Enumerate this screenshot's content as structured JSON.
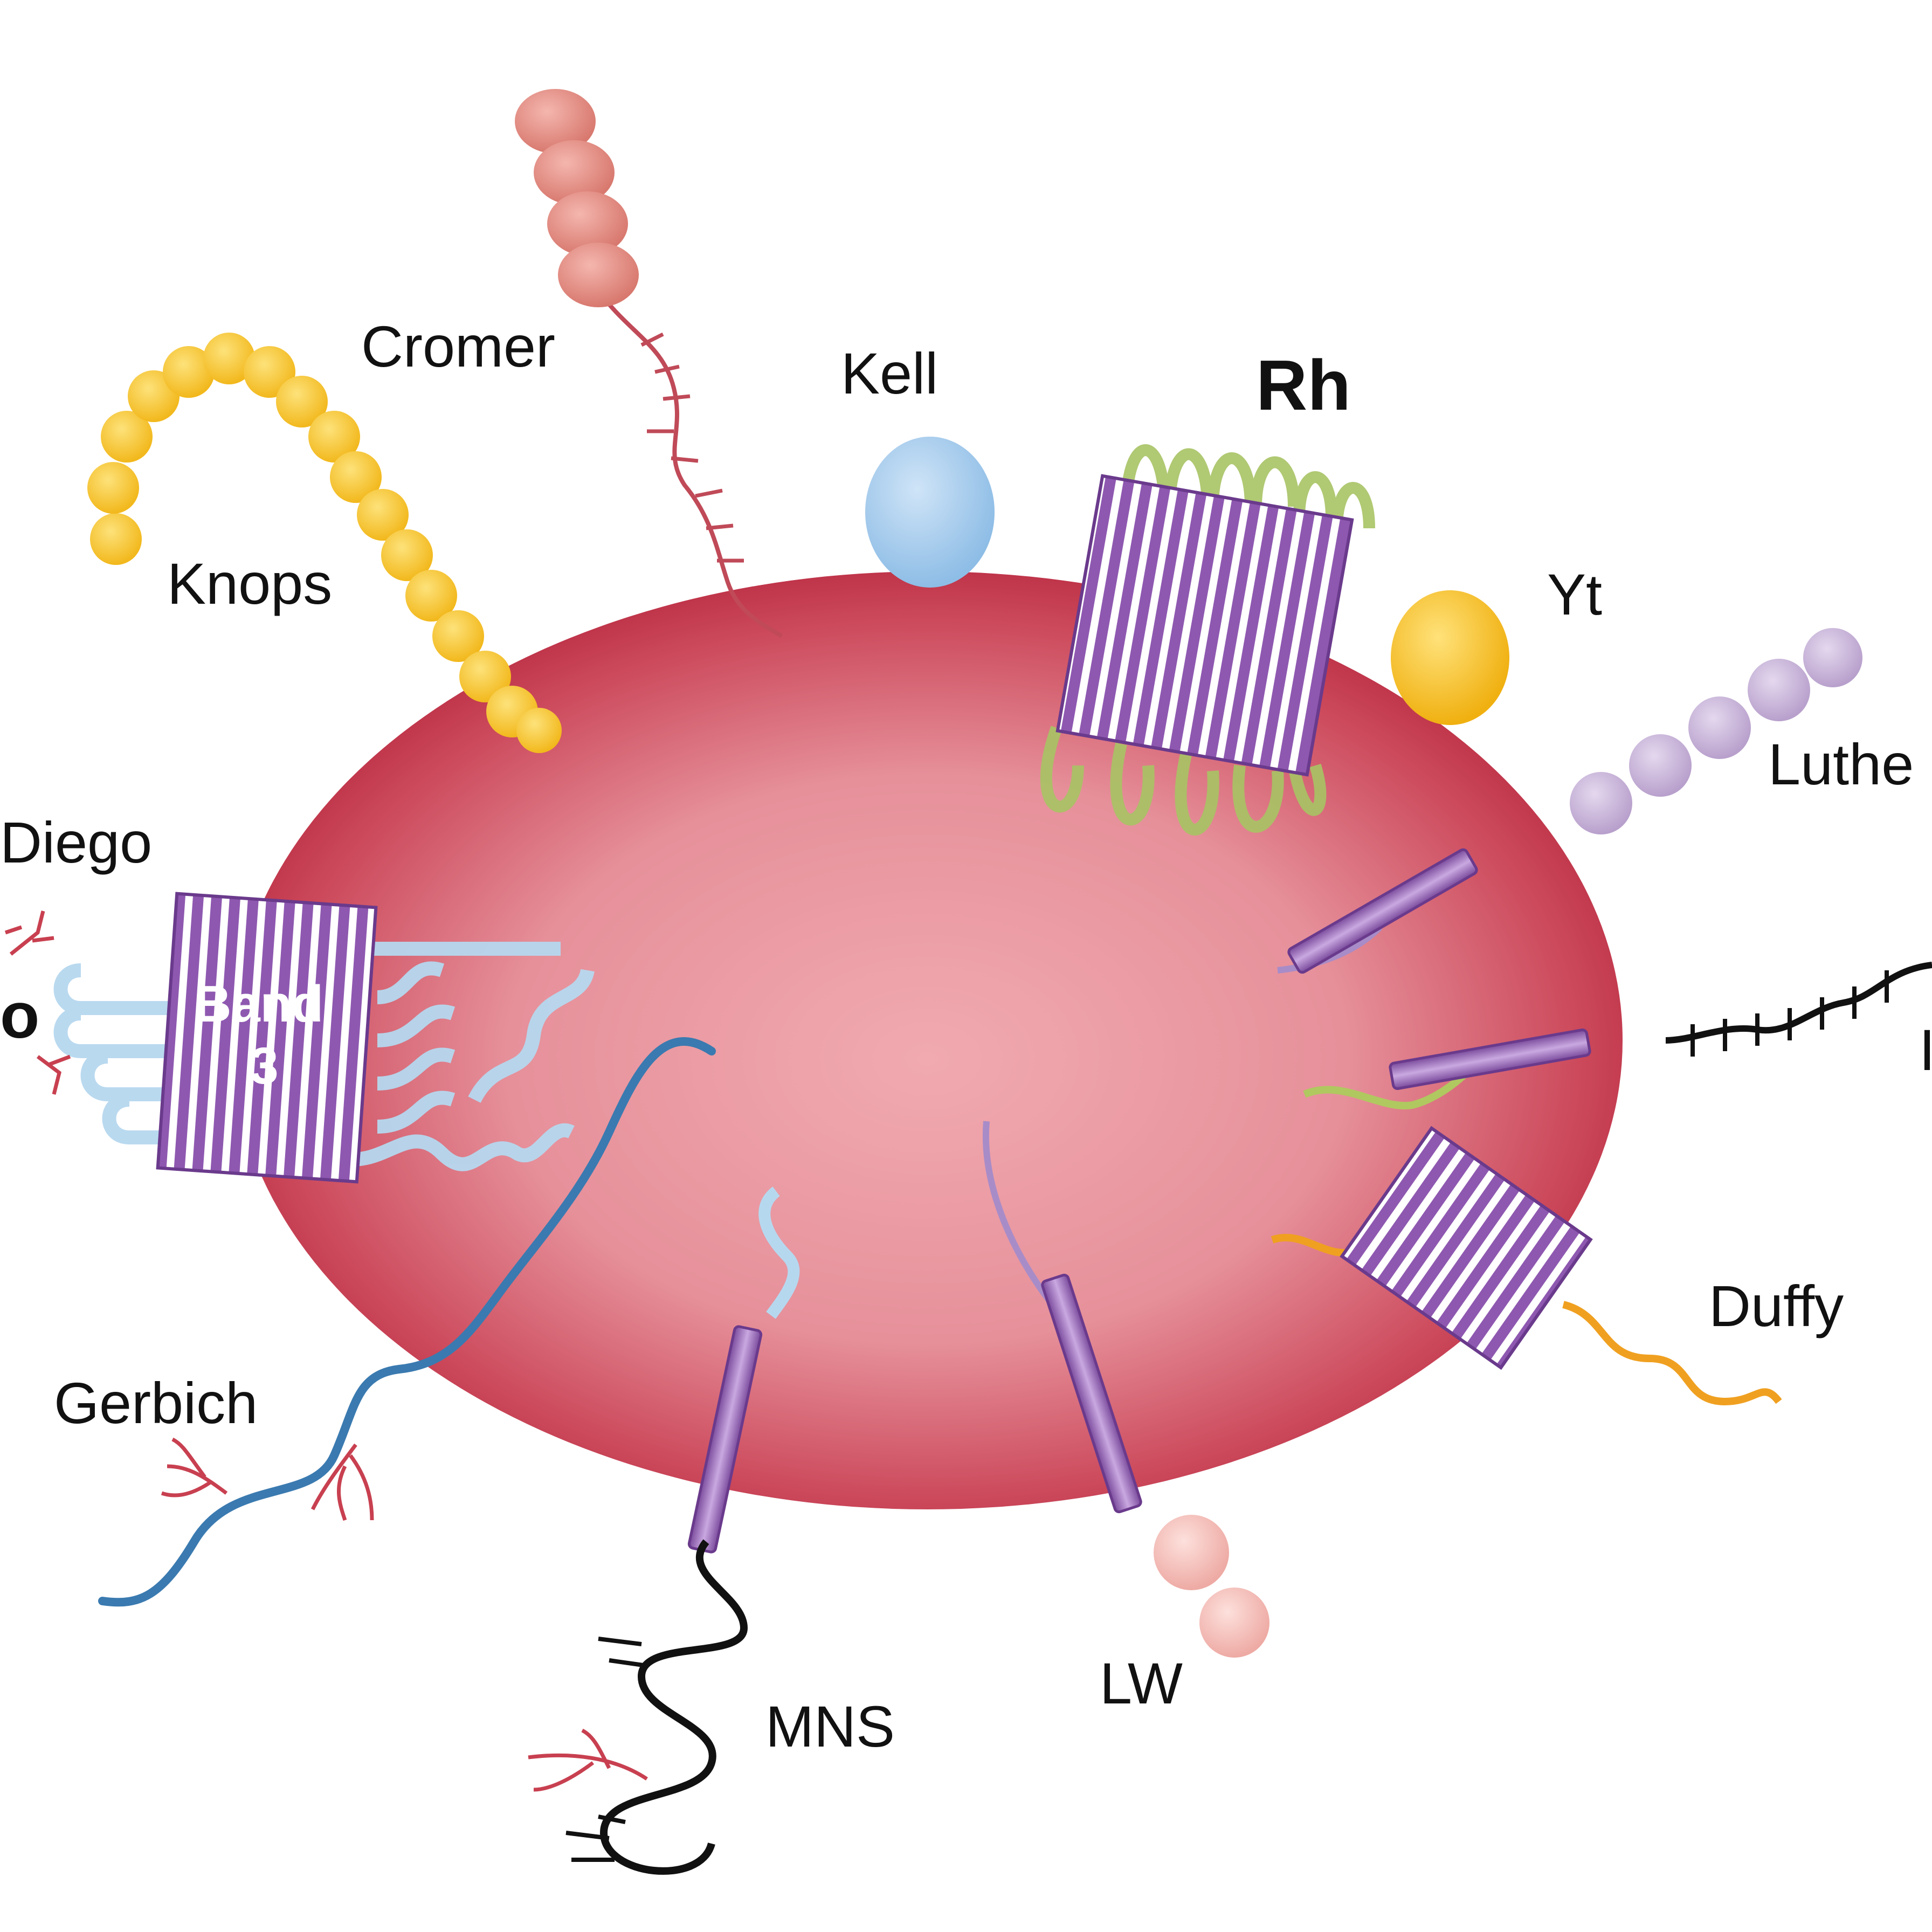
{
  "labels": {
    "cromer": "Cromer",
    "kell": "Kell",
    "rh": "Rh",
    "knops": "Knops",
    "yt": "Yt",
    "lutheran_partial": "Luthe",
    "diego": "Diego",
    "left_partial": "o",
    "band3_line1": "Band",
    "band3_line2": "3",
    "right_partial": "I",
    "gerbich": "Gerbich",
    "duffy": "Duffy",
    "mns": "MNS",
    "lw": "LW"
  },
  "colors": {
    "cell_center": "#f0a8ad",
    "cell_edge": "#b8283f",
    "purple_protein": "#8e58b0",
    "purple_light": "#c9a8e0",
    "cromer_beads": "#e08c84",
    "knops_beads": "#f5c83a",
    "kell_globule": "#a8cdee",
    "yt_globule": "#f5c21c",
    "lutheran_beads": "#c8b4d8",
    "rh_loops": "#a8c464",
    "band3_loops": "#b6d8ef",
    "gerbich_strand": "#3a7ab0",
    "duffy_strand": "#f0a020",
    "mns_strand": "#111111",
    "lw_beads": "#f5c4c0",
    "glycan": "#c84050"
  }
}
